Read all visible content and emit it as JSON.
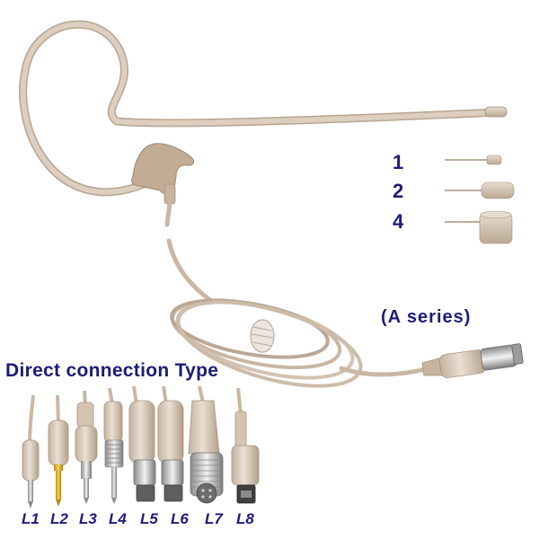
{
  "capsule_sizes": [
    {
      "label": "1"
    },
    {
      "label": "2"
    },
    {
      "label": "4"
    }
  ],
  "series_label": "(A series)",
  "connection_heading": "Direct connection Type",
  "plugs": [
    {
      "label": "L1"
    },
    {
      "label": "L2"
    },
    {
      "label": "L3"
    },
    {
      "label": "L4"
    },
    {
      "label": "L5"
    },
    {
      "label": "L6"
    },
    {
      "label": "L7"
    },
    {
      "label": "L8"
    }
  ],
  "colors": {
    "cable": "#d9c9b8",
    "cable_shadow": "#b7a390",
    "text": "#1c1c7a",
    "metal": "#c8c8c8",
    "gold": "#e2b531"
  }
}
